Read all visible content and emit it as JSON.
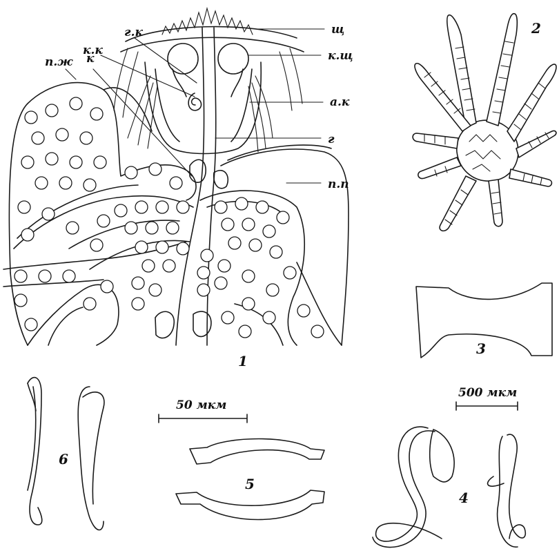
{
  "figure": {
    "panel_numbers": [
      "1",
      "2",
      "3",
      "4",
      "5",
      "6"
    ],
    "labels": {
      "shch": "щ",
      "g_k": "г.к",
      "k_k": "к.к",
      "k": "к",
      "p_zh": "п.ж",
      "k_shch": "к.щ",
      "a_k": "а.к",
      "g": "г",
      "p_p": "п.п"
    },
    "scale_bars": {
      "small": "50 мкм",
      "large": "500 мкм"
    }
  },
  "colors": {
    "ink": "#1a1a1a",
    "paper": "#ffffff"
  }
}
